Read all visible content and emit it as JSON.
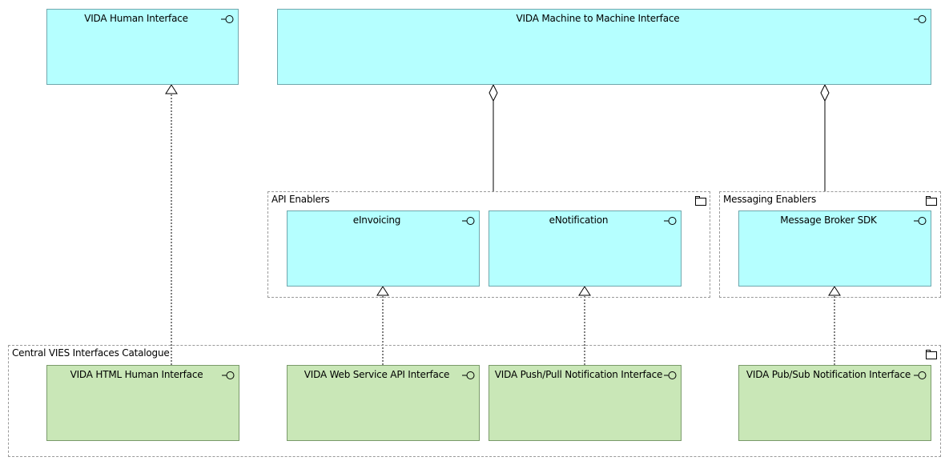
{
  "groups": {
    "api_enablers": "API Enablers",
    "messaging_enablers": "Messaging Enablers",
    "catalogue": "Central VIES Interfaces Catalogue"
  },
  "nodes": {
    "vida_human": "VIDA Human Interface",
    "vida_m2m": "VIDA Machine to Machine Interface",
    "einvoicing": "eInvoicing",
    "enotification": "eNotification",
    "message_broker_sdk": "Message Broker SDK",
    "html_human": "VIDA HTML Human Interface",
    "web_service_api": "VIDA Web Service API Interface",
    "push_pull": "VIDA Push/Pull Notification Interface",
    "pub_sub": "VIDA Pub/Sub Notification Interface"
  },
  "colors": {
    "application_interface": "#b5ffff",
    "technology_interface": "#c9e7b7",
    "group_border": "#9a9a9a"
  },
  "icons": {
    "interface": "interface-icon",
    "group": "folder-icon"
  }
}
